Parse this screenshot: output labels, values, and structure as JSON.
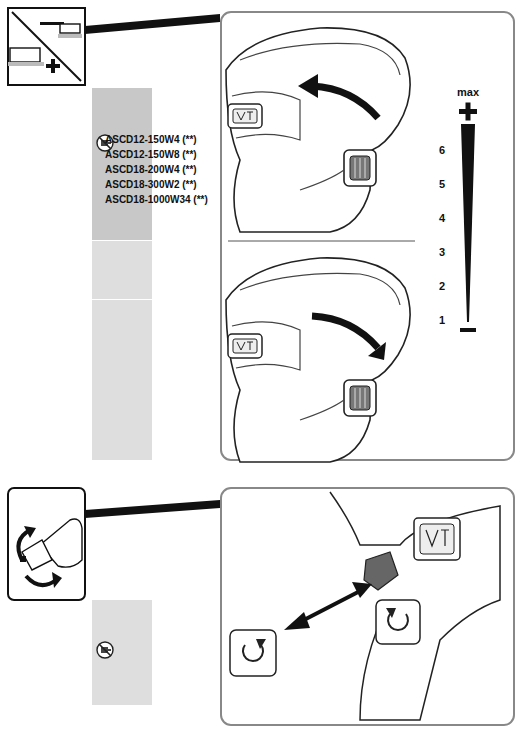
{
  "diagram": {
    "labels": [
      "ASCD12-150W4 (**)",
      "ASCD12-150W8 (**)",
      "ASCD18-200W4 (**)",
      "ASCD18-300W2 (**)",
      "ASCD18-1000W34 (**)",
      "max",
      "6",
      "5",
      "4",
      "3",
      "2",
      "1"
    ]
  }
}
